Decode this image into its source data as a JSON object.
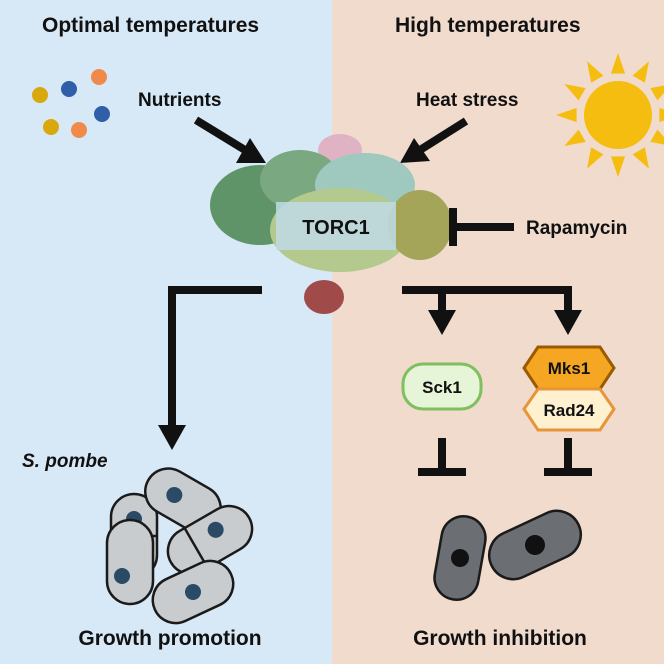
{
  "panels": {
    "left": {
      "title": "Optimal temperatures",
      "bg": "#d7e8f6",
      "input_label": "Nutrients",
      "organism": "S. pombe",
      "outcome": "Growth promotion"
    },
    "right": {
      "title": "High temperatures",
      "bg": "#f0dbcd",
      "input_label": "Heat stress",
      "outcome": "Growth inhibition"
    }
  },
  "center": {
    "complex_label": "TORC1",
    "inhibitor_label": "Rapamycin"
  },
  "regulators": {
    "sck1": {
      "label": "Sck1",
      "fill": "#e6f4d8",
      "stroke": "#7fbf5e"
    },
    "mks1": {
      "label": "Mks1",
      "fill": "#f5a623",
      "stroke": "#9a5a00"
    },
    "rad24": {
      "label": "Rad24",
      "fill": "#fdf1cf",
      "stroke": "#e8943a"
    }
  },
  "colors": {
    "sun": "#f6bd11",
    "cell_fill": "#c9ccce",
    "cell_nucleus": "#2a4a66",
    "dark_cell": "#6b6f73",
    "nutrient_yellow": "#d8a80c",
    "nutrient_blue": "#2f5fa8",
    "nutrient_orange": "#f08a4b"
  },
  "icons": [
    "sun-icon",
    "nutrient-dots-icon",
    "yeast-cells-icon",
    "dark-cells-icon",
    "protein-complex-icon"
  ]
}
